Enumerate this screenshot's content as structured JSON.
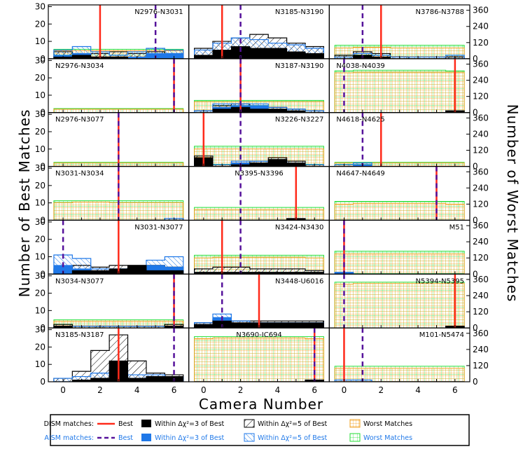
{
  "chart_data": {
    "type": "bar",
    "xlabel": "Camera Number",
    "ylabel_left": "Number of Best Matches",
    "ylabel_right": "Number of Worst Matches",
    "x_ticks": [
      0,
      2,
      4,
      6
    ],
    "y_ticks_left": [
      0,
      10,
      20,
      30
    ],
    "y_ticks_right": [
      0,
      120,
      240,
      360
    ],
    "xlim": [
      -0.8,
      6.8
    ],
    "ylim_left": [
      0,
      31
    ],
    "ylim_right": [
      0,
      400
    ],
    "cameras": [
      0,
      1,
      2,
      3,
      4,
      5,
      6
    ],
    "colors": {
      "dism": "#ff2a1a",
      "aism": "#55119a",
      "dism_within3": "#000000",
      "aism_within3": "#1f78e8",
      "dism_worst": "#f2a020",
      "aism_worst": "#22dd33"
    },
    "panels": [
      {
        "pair": "N2976-N3031",
        "dism_best": 2,
        "aism_best": 5,
        "within3_dism": [
          1,
          2,
          1,
          1,
          0,
          0,
          0
        ],
        "within3_aism": [
          2,
          3,
          1,
          0,
          1,
          3,
          3
        ],
        "within5_dism": [
          4,
          3,
          3,
          4,
          3,
          4,
          3
        ],
        "within5_aism": [
          5,
          7,
          4,
          2,
          4,
          6,
          5
        ],
        "worst_dism": [
          60,
          60,
          60,
          60,
          60,
          60,
          60
        ],
        "worst_aism": [
          70,
          70,
          70,
          70,
          70,
          70,
          70
        ]
      },
      {
        "pair": "N3185-N3190",
        "dism_best": 1,
        "aism_best": 2,
        "within3_dism": [
          2,
          5,
          7,
          6,
          6,
          4,
          3
        ],
        "within3_aism": [
          1,
          5,
          5,
          4,
          3,
          2,
          2
        ],
        "within5_dism": [
          6,
          10,
          12,
          14,
          12,
          9,
          7
        ],
        "within5_aism": [
          5,
          9,
          12,
          11,
          9,
          8,
          6
        ],
        "worst_dism": [
          0,
          0,
          0,
          0,
          0,
          0,
          0
        ],
        "worst_aism": [
          0,
          0,
          0,
          0,
          0,
          0,
          0
        ]
      },
      {
        "pair": "N3786-N3788",
        "dism_best": 2,
        "aism_best": 1,
        "within3_dism": [
          0,
          2,
          1,
          0,
          0,
          0,
          0
        ],
        "within3_aism": [
          0,
          0,
          0,
          0,
          0,
          0,
          0
        ],
        "within5_dism": [
          2,
          4,
          3,
          1,
          0,
          0,
          1
        ],
        "within5_aism": [
          1,
          3,
          2,
          1,
          1,
          1,
          2
        ],
        "worst_dism": [
          80,
          85,
          85,
          80,
          80,
          80,
          80
        ],
        "worst_aism": [
          100,
          100,
          100,
          100,
          100,
          100,
          100
        ]
      },
      {
        "pair": "N2976-N3034",
        "dism_best": 6,
        "aism_best": 6,
        "within3_dism": [
          0,
          0,
          0,
          0,
          0,
          0,
          0
        ],
        "within3_aism": [
          0,
          0,
          0,
          0,
          0,
          0,
          0
        ],
        "within5_dism": [
          0,
          0,
          0,
          0,
          0,
          0,
          0
        ],
        "within5_aism": [
          0,
          0,
          0,
          0,
          0,
          0,
          0
        ],
        "worst_dism": [
          25,
          25,
          25,
          25,
          25,
          25,
          25
        ],
        "worst_aism": [
          30,
          30,
          30,
          30,
          30,
          30,
          30
        ]
      },
      {
        "pair": "N3187-N3190",
        "dism_best": 2,
        "aism_best": 2,
        "within3_dism": [
          0,
          2,
          3,
          2,
          2,
          1,
          0
        ],
        "within3_aism": [
          0,
          3,
          4,
          4,
          2,
          1,
          0
        ],
        "within5_dism": [
          1,
          4,
          5,
          3,
          3,
          2,
          1
        ],
        "within5_aism": [
          1,
          5,
          5,
          5,
          3,
          2,
          1
        ],
        "worst_dism": [
          80,
          80,
          80,
          80,
          80,
          80,
          80
        ],
        "worst_aism": [
          90,
          90,
          90,
          90,
          90,
          90,
          90
        ]
      },
      {
        "pair": "N4038-N4039",
        "dism_best": 6,
        "aism_best": 0,
        "within3_dism": [
          0,
          0,
          0,
          0,
          0,
          0,
          1
        ],
        "within3_aism": [
          0,
          0,
          0,
          0,
          0,
          0,
          0
        ],
        "within5_dism": [
          0,
          0,
          0,
          0,
          0,
          0,
          1
        ],
        "within5_aism": [
          0,
          0,
          0,
          0,
          0,
          0,
          0
        ],
        "worst_dism": [
          295,
          300,
          300,
          300,
          300,
          300,
          300
        ],
        "worst_aism": [
          310,
          315,
          315,
          315,
          315,
          315,
          310
        ]
      },
      {
        "pair": "N2976-N3077",
        "dism_best": 3,
        "aism_best": 3,
        "within3_dism": [
          0,
          0,
          0,
          0,
          0,
          0,
          0
        ],
        "within3_aism": [
          0,
          0,
          0,
          0,
          0,
          0,
          0
        ],
        "within5_dism": [
          0,
          0,
          0,
          0,
          0,
          0,
          0
        ],
        "within5_aism": [
          0,
          0,
          0,
          0,
          0,
          0,
          0
        ],
        "worst_dism": [
          25,
          25,
          25,
          25,
          25,
          25,
          25
        ],
        "worst_aism": [
          30,
          30,
          30,
          30,
          30,
          30,
          30
        ]
      },
      {
        "pair": "N3226-N3227",
        "dism_best": 0,
        "aism_best": 2,
        "within3_dism": [
          5,
          0,
          1,
          2,
          4,
          2,
          0
        ],
        "within3_aism": [
          0,
          0,
          2,
          2,
          2,
          1,
          0
        ],
        "within5_dism": [
          6,
          1,
          2,
          3,
          5,
          3,
          1
        ],
        "within5_aism": [
          1,
          1,
          3,
          3,
          3,
          2,
          1
        ],
        "worst_dism": [
          130,
          130,
          130,
          130,
          130,
          130,
          130
        ],
        "worst_aism": [
          150,
          150,
          150,
          150,
          150,
          150,
          150
        ]
      },
      {
        "pair": "N4618-N4625",
        "dism_best": 2,
        "aism_best": 1,
        "within3_dism": [
          0,
          0,
          0,
          0,
          0,
          0,
          0
        ],
        "within3_aism": [
          0,
          1,
          0,
          0,
          0,
          0,
          0
        ],
        "within5_dism": [
          0,
          0,
          0,
          0,
          0,
          0,
          0
        ],
        "within5_aism": [
          1,
          2,
          0,
          0,
          0,
          0,
          0
        ],
        "worst_dism": [
          25,
          25,
          25,
          25,
          25,
          25,
          25
        ],
        "worst_aism": [
          30,
          30,
          30,
          30,
          30,
          30,
          30
        ]
      },
      {
        "pair": "N3031-N3034",
        "dism_best": 3,
        "aism_best": 3,
        "within3_dism": [
          0,
          0,
          0,
          0,
          0,
          0,
          0
        ],
        "within3_aism": [
          0,
          0,
          0,
          0,
          0,
          0,
          0
        ],
        "within5_dism": [
          0,
          0,
          0,
          0,
          0,
          0,
          1
        ],
        "within5_aism": [
          0,
          0,
          0,
          0,
          0,
          0,
          1
        ],
        "worst_dism": [
          130,
          135,
          135,
          130,
          130,
          130,
          130
        ],
        "worst_aism": [
          145,
          145,
          145,
          145,
          145,
          145,
          145
        ]
      },
      {
        "pair": "N3395-N3396",
        "dism_best": 5,
        "aism_best": 2,
        "within3_dism": [
          0,
          0,
          0,
          0,
          0,
          1,
          0
        ],
        "within3_aism": [
          0,
          0,
          0,
          0,
          0,
          0,
          0
        ],
        "within5_dism": [
          0,
          0,
          0,
          0,
          0,
          1,
          0
        ],
        "within5_aism": [
          0,
          0,
          0,
          0,
          0,
          0,
          0
        ],
        "worst_dism": [
          80,
          80,
          80,
          80,
          80,
          80,
          80
        ],
        "worst_aism": [
          95,
          95,
          95,
          95,
          95,
          95,
          95
        ]
      },
      {
        "pair": "N4647-N4649",
        "dism_best": 5,
        "aism_best": 5,
        "within3_dism": [
          0,
          0,
          0,
          0,
          0,
          0,
          0
        ],
        "within3_aism": [
          0,
          0,
          0,
          0,
          0,
          0,
          0
        ],
        "within5_dism": [
          0,
          0,
          0,
          0,
          0,
          0,
          0
        ],
        "within5_aism": [
          0,
          0,
          0,
          0,
          0,
          0,
          0
        ],
        "worst_dism": [
          120,
          125,
          125,
          125,
          125,
          125,
          120
        ],
        "worst_aism": [
          140,
          140,
          140,
          140,
          140,
          140,
          140
        ]
      },
      {
        "pair": "N3031-N3077",
        "dism_best": 3,
        "aism_best": 0,
        "within3_dism": [
          0,
          2,
          2,
          3,
          5,
          2,
          2
        ],
        "within3_aism": [
          5,
          3,
          1,
          1,
          1,
          5,
          4
        ],
        "within5_dism": [
          3,
          5,
          4,
          5,
          5,
          5,
          4
        ],
        "within5_aism": [
          11,
          9,
          3,
          3,
          3,
          8,
          10
        ],
        "worst_dism": [
          0,
          0,
          0,
          0,
          0,
          0,
          0
        ],
        "worst_aism": [
          0,
          0,
          0,
          0,
          0,
          0,
          0
        ]
      },
      {
        "pair": "N3424-N3430",
        "dism_best": 1,
        "aism_best": 2,
        "within3_dism": [
          1,
          1,
          1,
          1,
          1,
          1,
          1
        ],
        "within3_aism": [
          0,
          0,
          0,
          0,
          0,
          0,
          0
        ],
        "within5_dism": [
          3,
          4,
          4,
          3,
          3,
          3,
          2
        ],
        "within5_aism": [
          1,
          1,
          1,
          1,
          1,
          1,
          1
        ],
        "worst_dism": [
          120,
          125,
          125,
          125,
          125,
          125,
          120
        ],
        "worst_aism": [
          140,
          140,
          140,
          140,
          140,
          140,
          140
        ]
      },
      {
        "pair": "M51",
        "dism_best": 0,
        "aism_best": 0,
        "within3_dism": [
          0,
          0,
          0,
          0,
          0,
          0,
          0
        ],
        "within3_aism": [
          1,
          0,
          0,
          0,
          0,
          0,
          0
        ],
        "within5_dism": [
          0,
          0,
          0,
          0,
          0,
          0,
          0
        ],
        "within5_aism": [
          1,
          0,
          0,
          0,
          0,
          0,
          0
        ],
        "worst_dism": [
          150,
          150,
          150,
          150,
          150,
          150,
          150
        ],
        "worst_aism": [
          170,
          170,
          170,
          170,
          170,
          170,
          170
        ]
      },
      {
        "pair": "N3034-N3077",
        "dism_best": 6,
        "aism_best": 6,
        "within3_dism": [
          1,
          0,
          0,
          0,
          0,
          0,
          1
        ],
        "within3_aism": [
          0,
          0,
          0,
          0,
          0,
          0,
          0
        ],
        "within5_dism": [
          2,
          1,
          1,
          1,
          1,
          1,
          2
        ],
        "within5_aism": [
          1,
          1,
          1,
          1,
          1,
          1,
          1
        ],
        "worst_dism": [
          50,
          50,
          50,
          50,
          50,
          50,
          50
        ],
        "worst_aism": [
          60,
          60,
          60,
          60,
          60,
          60,
          60
        ]
      },
      {
        "pair": "N3448-U6016",
        "dism_best": 3,
        "aism_best": 1,
        "within3_dism": [
          2,
          4,
          3,
          3,
          3,
          3,
          3
        ],
        "within3_aism": [
          2,
          6,
          2,
          2,
          2,
          2,
          2
        ],
        "within5_dism": [
          3,
          5,
          4,
          4,
          4,
          4,
          4
        ],
        "within5_aism": [
          3,
          8,
          4,
          3,
          3,
          3,
          3
        ],
        "worst_dism": [
          0,
          0,
          0,
          0,
          0,
          0,
          0
        ],
        "worst_aism": [
          0,
          0,
          0,
          0,
          0,
          0,
          0
        ]
      },
      {
        "pair": "N5394-N5395",
        "dism_best": 6,
        "aism_best": 0,
        "within3_dism": [
          0,
          0,
          0,
          0,
          0,
          0,
          1
        ],
        "within3_aism": [
          0,
          0,
          0,
          0,
          0,
          0,
          0
        ],
        "within5_dism": [
          0,
          0,
          0,
          0,
          0,
          0,
          1
        ],
        "within5_aism": [
          0,
          0,
          0,
          0,
          0,
          0,
          0
        ],
        "worst_dism": [
          325,
          330,
          330,
          330,
          330,
          330,
          330
        ],
        "worst_aism": [
          340,
          340,
          340,
          340,
          340,
          340,
          340
        ]
      },
      {
        "pair": "N3185-N3187",
        "dism_best": 3,
        "aism_best": 6,
        "within3_dism": [
          0,
          1,
          2,
          12,
          2,
          3,
          3
        ],
        "within3_aism": [
          0,
          0,
          1,
          2,
          1,
          3,
          2
        ],
        "within5_dism": [
          2,
          6,
          18,
          27,
          12,
          5,
          4
        ],
        "within5_aism": [
          2,
          3,
          5,
          8,
          4,
          4,
          3
        ],
        "worst_dism": [
          0,
          0,
          0,
          0,
          0,
          0,
          0
        ],
        "worst_aism": [
          0,
          0,
          0,
          0,
          0,
          0,
          0
        ]
      },
      {
        "pair": "N3690-IC694",
        "dism_best": 6,
        "aism_best": 6,
        "within3_dism": [
          0,
          0,
          0,
          0,
          0,
          0,
          1
        ],
        "within3_aism": [
          0,
          0,
          0,
          0,
          0,
          0,
          0
        ],
        "within5_dism": [
          0,
          0,
          0,
          0,
          0,
          0,
          1
        ],
        "within5_aism": [
          0,
          0,
          0,
          0,
          0,
          0,
          0
        ],
        "worst_dism": [
          320,
          325,
          325,
          325,
          325,
          325,
          320
        ],
        "worst_aism": [
          335,
          335,
          335,
          335,
          335,
          335,
          335
        ]
      },
      {
        "pair": "M101-N5474",
        "dism_best": 0,
        "aism_best": 1,
        "within3_dism": [
          0,
          0,
          0,
          0,
          0,
          0,
          0
        ],
        "within3_aism": [
          0,
          0,
          0,
          0,
          0,
          0,
          0
        ],
        "within5_dism": [
          0,
          0,
          0,
          0,
          0,
          0,
          0
        ],
        "within5_aism": [
          1,
          1,
          0,
          0,
          0,
          0,
          0
        ],
        "worst_dism": [
          100,
          100,
          100,
          100,
          100,
          100,
          100
        ],
        "worst_aism": [
          115,
          115,
          115,
          115,
          115,
          115,
          115
        ]
      }
    ]
  },
  "legend": {
    "dism_row_label": "DISM matches:",
    "aism_row_label": "AISM matches:",
    "best": "Best",
    "within3": "Within Δχ²=3 of Best",
    "within5": "Within Δχ²=5 of Best",
    "worst": "Worst Matches"
  }
}
